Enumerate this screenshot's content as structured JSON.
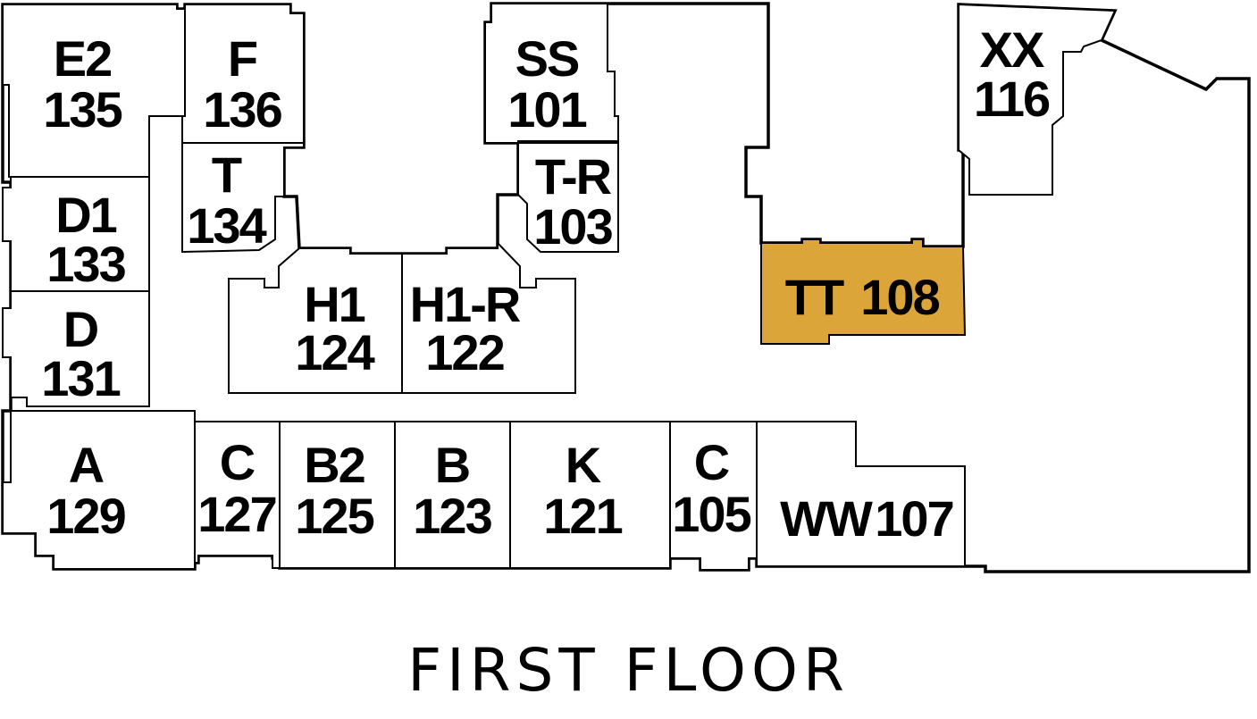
{
  "floor_title": "FIRST FLOOR",
  "highlight_color": "#dca53a",
  "units": [
    {
      "id": "e2",
      "name": "E2",
      "number": "135"
    },
    {
      "id": "f",
      "name": "F",
      "number": "136"
    },
    {
      "id": "t134",
      "name": "T",
      "number": "134"
    },
    {
      "id": "d1",
      "name": "D1",
      "number": "133"
    },
    {
      "id": "d",
      "name": "D",
      "number": "131"
    },
    {
      "id": "ss",
      "name": "SS",
      "number": "101"
    },
    {
      "id": "tr",
      "name": "T-R",
      "number": "103"
    },
    {
      "id": "h1",
      "name": "H1",
      "number": "124"
    },
    {
      "id": "h1r",
      "name": "H1-R",
      "number": "122"
    },
    {
      "id": "xx",
      "name": "XX",
      "number": "116"
    },
    {
      "id": "tt",
      "name": "TT",
      "number": "108",
      "highlighted": true
    },
    {
      "id": "a",
      "name": "A",
      "number": "129"
    },
    {
      "id": "c127",
      "name": "C",
      "number": "127"
    },
    {
      "id": "b2",
      "name": "B2",
      "number": "125"
    },
    {
      "id": "b",
      "name": "B",
      "number": "123"
    },
    {
      "id": "k",
      "name": "K",
      "number": "121"
    },
    {
      "id": "c105",
      "name": "C",
      "number": "105"
    },
    {
      "id": "ww",
      "name": "WW",
      "number": "107"
    }
  ]
}
